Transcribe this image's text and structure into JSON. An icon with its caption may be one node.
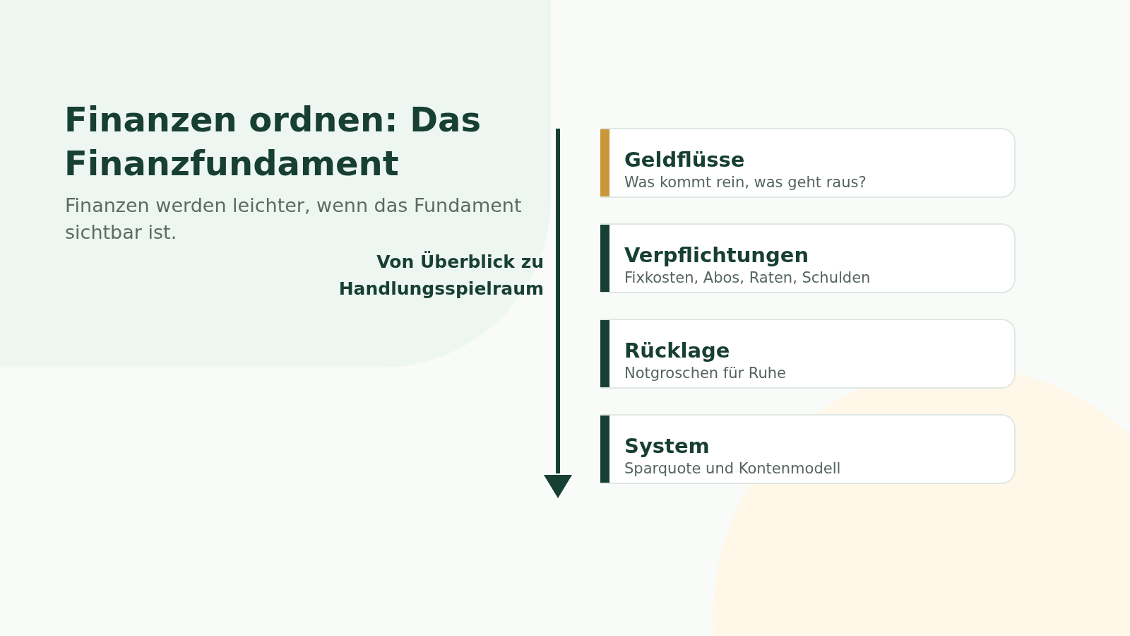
{
  "diagram": {
    "title": "Finanzen ordnen: Das Finanzfundament",
    "nodes": [
      {
        "text": [
          "Geldflüsse",
          "Was kommt rein, was geht raus?"
        ]
      },
      {
        "text": [
          "Verpflichtungen",
          "Fixkosten, Abos, Raten, Schulden"
        ]
      },
      {
        "text": [
          "Rücklage",
          "Notgroschen für Ruhe"
        ]
      },
      {
        "text": [
          "System",
          "Sparquote und Kontenmodell"
        ]
      }
    ],
    "labels": [
      "Finanzen werden leichter, wenn das Fundament sichtbar ist.",
      "Von Überblick zu Handlungsspielraum"
    ]
  }
}
